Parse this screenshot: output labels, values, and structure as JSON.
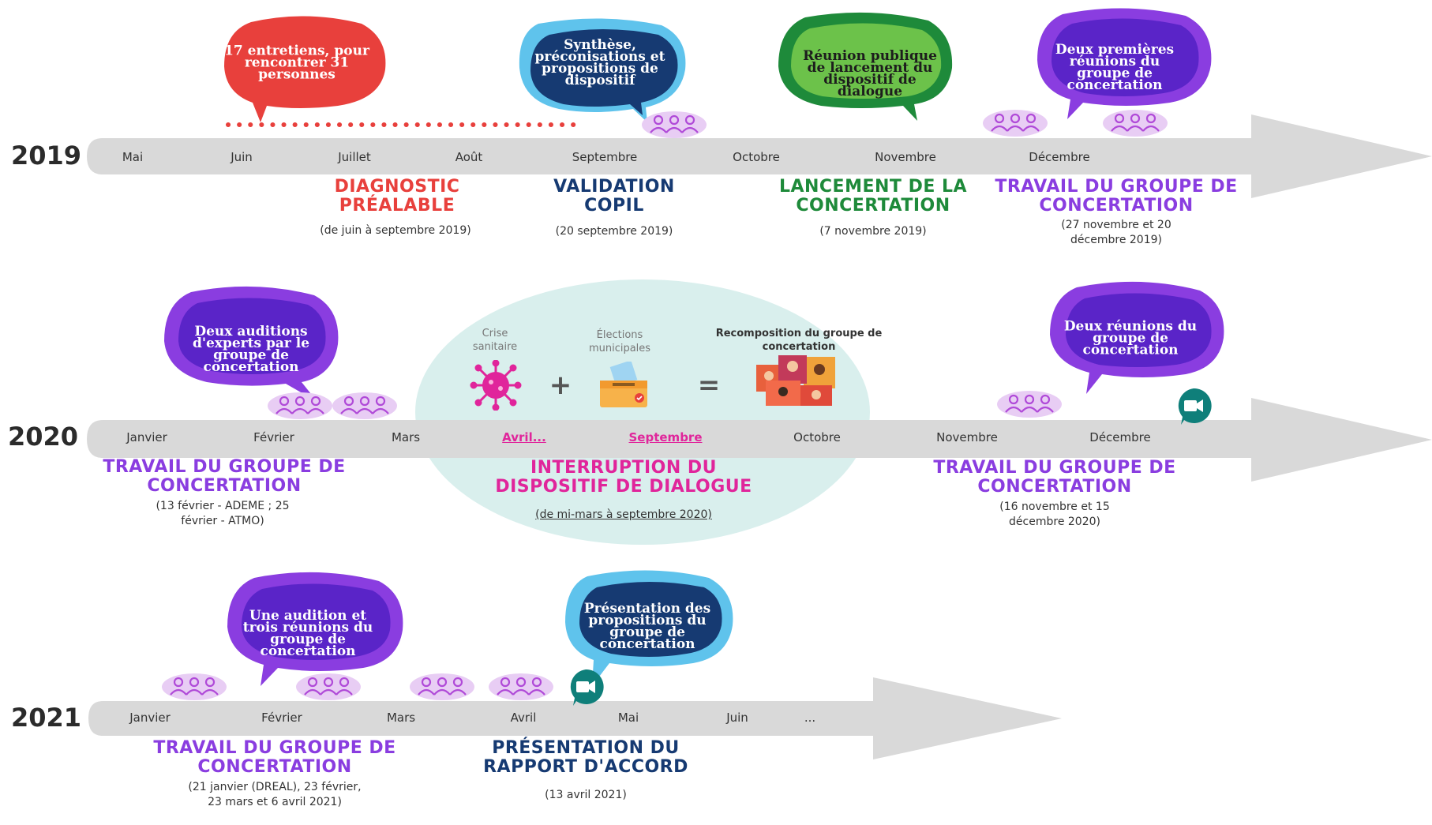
{
  "colors": {
    "red": "#e8403c",
    "navy": "#163a72",
    "green": "#1e8a3a",
    "purple": "#8a3de0",
    "magenta": "#e0259b",
    "teal": "#0f7f7a",
    "arrow": "#d9d9d9",
    "people_bg": "#e8cdf4"
  },
  "rows": [
    {
      "year": "2019",
      "months": [
        "Mai",
        "Juin",
        "Juillet",
        "Août",
        "Septembre",
        "Octobre",
        "Novembre",
        "Décembre"
      ],
      "bubbles": [
        "17 entretiens, pour rencontrer 31 personnes",
        "Synthèse, préconisations et propositions de dispositif",
        "Réunion publique de lancement du dispositif de dialogue",
        "Deux premières réunions du groupe de concertation"
      ],
      "events": [
        {
          "title": "DIAGNOSTIC PRÉALABLE",
          "subtitle": "(de juin à septembre 2019)"
        },
        {
          "title": "VALIDATION COPIL",
          "subtitle": "(20 septembre 2019)"
        },
        {
          "title": "LANCEMENT DE LA CONCERTATION",
          "subtitle": "(7 novembre 2019)"
        },
        {
          "title": "TRAVAIL DU GROUPE DE CONCERTATION",
          "subtitle": "(27 novembre et 20 décembre 2019)"
        }
      ]
    },
    {
      "year": "2020",
      "months": [
        "Janvier",
        "Février",
        "Mars",
        "Avril...",
        "Septembre",
        "Octobre",
        "Novembre",
        "Décembre"
      ],
      "bubbles": [
        "Deux auditions d'experts par le groupe de concertation",
        "Deux réunions du groupe de concertation"
      ],
      "interruption": {
        "labels": [
          "Crise sanitaire",
          "Élections municipales",
          "Recomposition du groupe de concertation"
        ],
        "plus": "+",
        "equals": "="
      },
      "events": [
        {
          "title": "TRAVAIL DU GROUPE DE CONCERTATION",
          "subtitle": "(13 février - ADEME ; 25 février - ATMO)"
        },
        {
          "title": "INTERRUPTION DU DISPOSITIF DE DIALOGUE",
          "subtitle": "(de mi-mars à septembre 2020)"
        },
        {
          "title": "TRAVAIL DU GROUPE DE CONCERTATION",
          "subtitle": "(16 novembre et 15 décembre 2020)"
        }
      ]
    },
    {
      "year": "2021",
      "months": [
        "Janvier",
        "Février",
        "Mars",
        "Avril",
        "Mai",
        "Juin",
        "..."
      ],
      "bubbles": [
        "Une audition et trois réunions du groupe de concertation",
        "Présentation des propositions du groupe de concertation"
      ],
      "events": [
        {
          "title": "TRAVAIL DU GROUPE DE CONCERTATION",
          "subtitle": "(21 janvier (DREAL), 23 février, 23 mars et 6 avril 2021)"
        },
        {
          "title": "PRÉSENTATION DU RAPPORT D'ACCORD",
          "subtitle": "(13 avril 2021)"
        }
      ]
    }
  ]
}
